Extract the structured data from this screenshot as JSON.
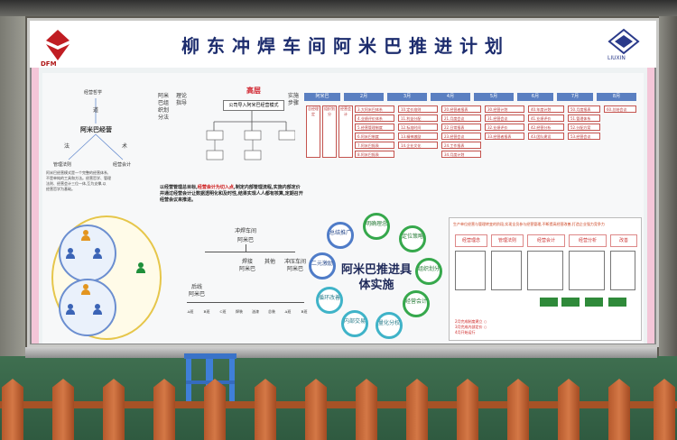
{
  "board": {
    "title": "柳东冲焊车间阿米巴推进计划",
    "left_logo_text": "DFM",
    "right_logo_text": "LIUXIN"
  },
  "left_top": {
    "title": "经营哲学",
    "node_dao": "道",
    "center": "阿米巴经营",
    "node_fa": "法",
    "node_shu": "术",
    "manage_law": "管理法则",
    "accounting": "经营会计",
    "desc": [
      "阿米巴经营模式是一个完整的经营体系,",
      "不是单纯的工具和方法。经营哲学、管理",
      "法则、经营会计三位一体,互为支撑,以",
      "经营哲学为基础。"
    ]
  },
  "middle": {
    "vertical_labels": [
      "阿米巴组织划分法",
      "理论指导",
      "实施步骤"
    ],
    "red_title": "高层",
    "box_top": "公司导入阿米巴经营模式",
    "note_plain_1": "以经营管理总目标,",
    "note_red": "经营会计为切入点",
    "note_plain_2": ",制定内部管理流程,实施内部定价并通过经营会计让数据透明化和及时性,结果实现人人都有核算,定期召开经营会议来推进。"
  },
  "plan_grid": {
    "headers": [
      "阿米巴",
      "2月",
      "3月",
      "4月",
      "5月",
      "6月",
      "7月",
      "8月"
    ],
    "vert_boxes": [
      "总经理定",
      "组织划分",
      "经营会计"
    ],
    "cells": [
      [
        "3.大阿米巴体系",
        "10.定价准则",
        "20.经营者报表",
        "30.经营计划",
        "40.年度计划",
        "50.月度报表",
        "60.总结会议"
      ],
      [
        "4.业绩评价体系",
        "11.利益分配",
        "21.月度会议",
        "31.经营会议",
        "41.业绩评价",
        "51.管理体系"
      ],
      [
        "5.经营管理制度",
        "12.标准时间",
        "22.日常报表",
        "32.业绩评价",
        "42.经营分析",
        "52.分配方案"
      ],
      [
        "6.阿米巴制度",
        "13.精神激励",
        "23.经营会议",
        "33.经营者报表",
        "43.团队建设",
        "53.经营会议"
      ],
      [
        "7.阿米巴报表",
        "14.企业文化",
        "24.工作报表",
        "34.月度计划"
      ],
      [
        "8.阿米巴报表"
      ]
    ]
  },
  "org": {
    "top": "冲焊车间",
    "top2": "阿米巴",
    "mid1": "焊接",
    "mid1b": "阿米巴",
    "mid2": "其他",
    "mid3": "冲压车间",
    "mid3b": "阿米巴",
    "left1": "后线",
    "left1b": "阿米巴",
    "small": [
      "A班",
      "B班",
      "C班",
      "焊装",
      "油漆",
      "总装",
      "A班",
      "B班"
    ]
  },
  "flower": {
    "center": "阿米巴推进具体实施",
    "petals": [
      "明确理念",
      "定位策略",
      "组织划分",
      "经营会计",
      "量化分权",
      "内部交易",
      "循环改善",
      "二元激励",
      "总结推广"
    ]
  },
  "right_bottom": {
    "title": "生产单位经营与管理转变的阶段,实现全员参与经营管理,不断提高经营改善,打造企业强力竞争力",
    "steps": [
      "经营理念",
      "管理法则",
      "经营会计",
      "经营分析",
      "改善"
    ],
    "footer": [
      "2月完成制度建立 ○",
      "3月完成内部定价 ○",
      "4月开始运行"
    ]
  }
}
